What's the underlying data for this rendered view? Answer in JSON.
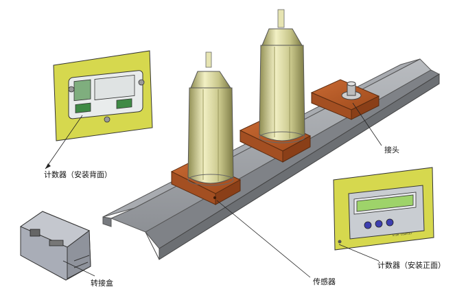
{
  "labels": {
    "counter_back": "计数器（安装背面）",
    "adapter": "接头",
    "junction_box": "转接盒",
    "sensor": "传感器",
    "counter_front": "计数器（安装正面）"
  },
  "counter_front_panel": {
    "brand_text": "Glue Counter"
  },
  "colors": {
    "rail": "#9a9da2",
    "sensor_block": "#b85a26",
    "cartridge": "#d7d59a",
    "mounting_plate": "#cfd24a",
    "lcd": "#9ed36a",
    "button": "#3d3fb0"
  },
  "icons": {
    "cartridge": "glue-cartridge-icon",
    "sensor_block": "sensor-block-icon",
    "junction_box": "junction-box-icon"
  }
}
